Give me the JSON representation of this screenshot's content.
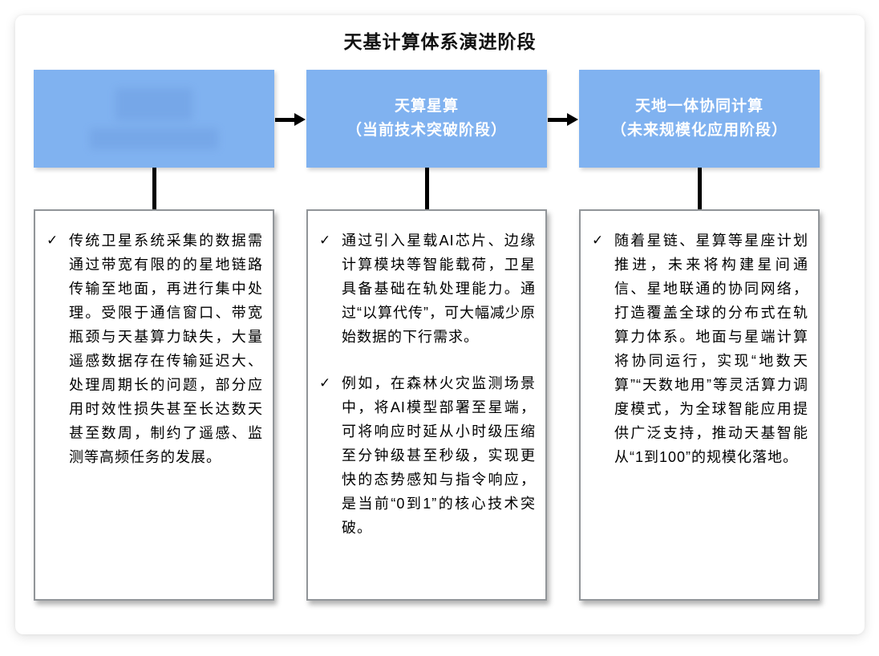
{
  "title": "天基计算体系演进阶段",
  "bullet_icon": "✓",
  "colors": {
    "stage_box_fill": "#80B2F0",
    "stage_box_text": "#FFFFFF",
    "connector": "#000000",
    "detail_border": "#919599"
  },
  "stages": [
    {
      "title": "",
      "subtitle": "",
      "details": [
        "传统卫星系统采集的数据需通过带宽有限的的星地链路传输至地面，再进行集中处理。受限于通信窗口、带宽瓶颈与天基算力缺失，大量遥感数据存在传输延迟大、处理周期长的问题，部分应用时效性损失甚至长达数天甚至数周，制约了遥感、监测等高频任务的发展。"
      ]
    },
    {
      "title": "天算星算",
      "subtitle": "（当前技术突破阶段）",
      "details": [
        "通过引入星载AI芯片、边缘计算模块等智能载荷，卫星具备基础在轨处理能力。通过“以算代传”，可大幅减少原始数据的下行需求。",
        "例如，在森林火灾监测场景中，将AI模型部署至星端，可将响应时延从小时级压缩至分钟级甚至秒级，实现更快的态势感知与指令响应，是当前“0到1”的核心技术突破。"
      ]
    },
    {
      "title": "天地一体协同计算",
      "subtitle": "（未来规模化应用阶段）",
      "details": [
        "随着星链、星算等星座计划推进，未来将构建星间通信、星地联通的协同网络，打造覆盖全球的分布式在轨算力体系。地面与星端计算将协同运行，实现“地数天算”“天数地用”等灵活算力调度模式，为全球智能应用提供广泛支持，推动天基智能从“1到100”的规模化落地。"
      ]
    }
  ]
}
